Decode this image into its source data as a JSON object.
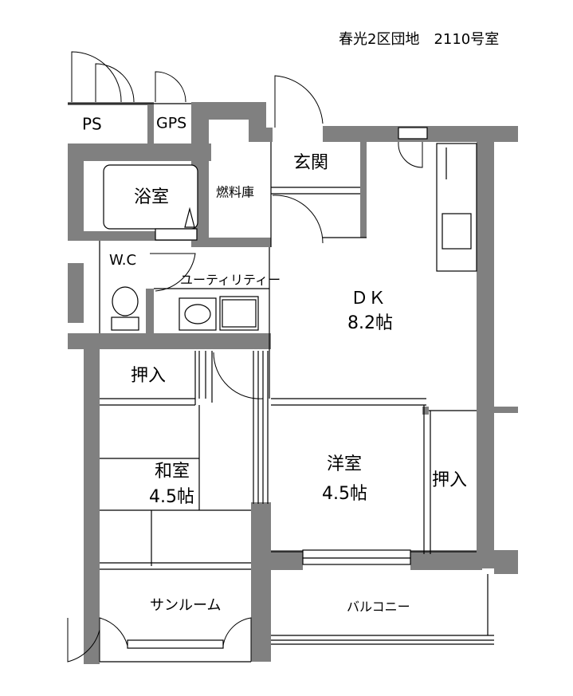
{
  "title": "春光2区団地　2110号室",
  "rooms": {
    "ps": "PS",
    "gps": "GPS",
    "genkan": "玄関",
    "bath": "浴室",
    "fuel": "燃料庫",
    "wc": "W.C",
    "utility": "ユーティリティー",
    "dk_name": "ＤＫ",
    "dk_size": "8.2帖",
    "oshiire_left": "押入",
    "washitsu_name": "和室",
    "washitsu_size": "4.5帖",
    "youshitsu_name": "洋室",
    "youshitsu_size": "4.5帖",
    "oshiire_right": "押入",
    "sunroom": "サンルーム",
    "balcony": "バルコニー"
  }
}
